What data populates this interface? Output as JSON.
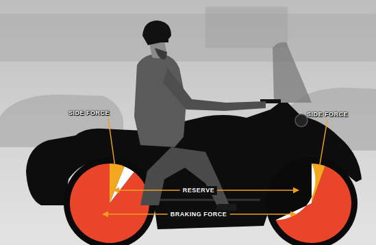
{
  "diagram": {
    "labels": [
      "SIDE FORCE",
      "SIDE FORCE",
      "RESERVE",
      "BRAKING FORCE"
    ]
  }
}
